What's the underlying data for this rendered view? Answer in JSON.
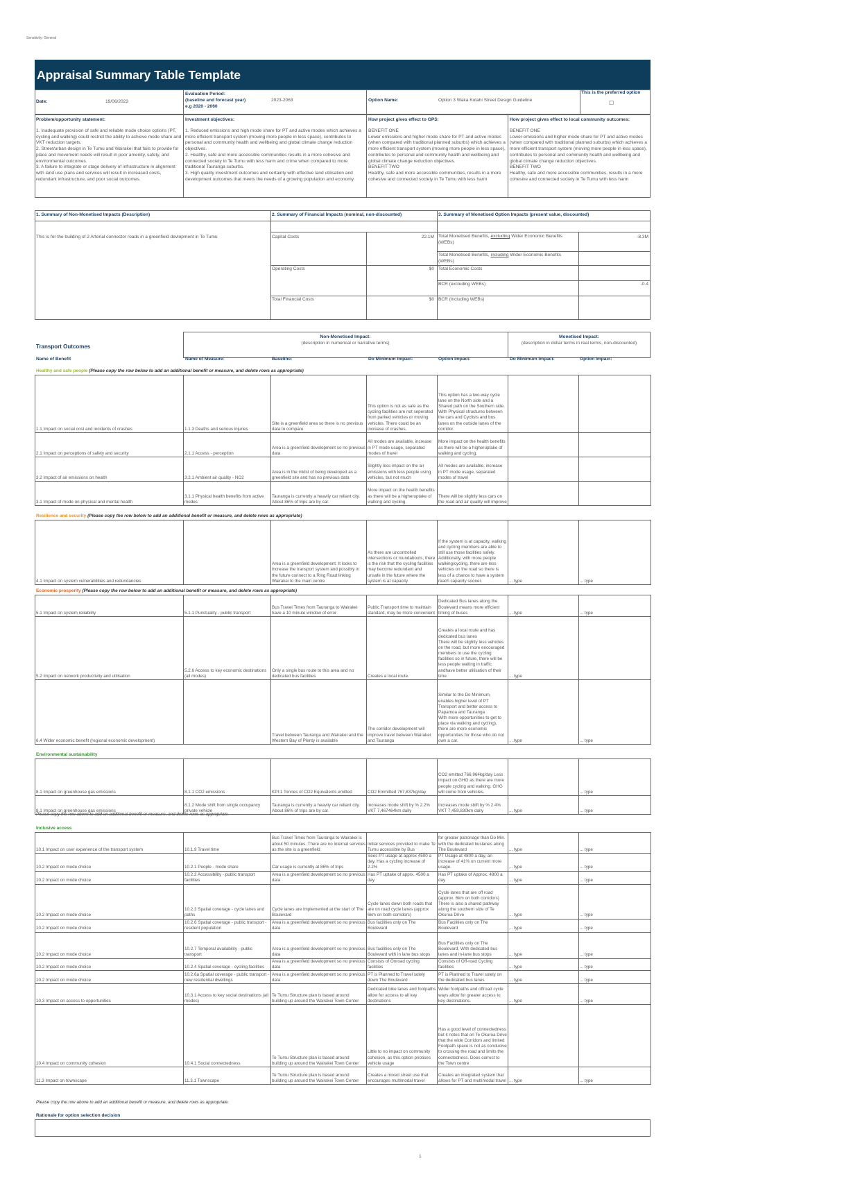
{
  "sensitivity": "Sensitivity: General",
  "title": "Appraisal Summary Table Template",
  "header": {
    "date_label": "Date:",
    "date_value": "19/06/2023",
    "eval_label_1": "Evaluation Period:",
    "eval_label_2": "(baseline and forecast year)",
    "eval_label_3": "e.g 2020 - 2060",
    "eval_value": "2023-2063",
    "option_label": "Option Name:",
    "option_value": "Option 3 Waka Kotahi Street Design Guideline",
    "preferred": "This is the preferred option",
    "preferred_mark": "☐"
  },
  "statements": {
    "problem_title": "Problem/opportunity statement:",
    "problem_text": "1. Inadequate provision of safe and reliable mode choice options (PT, cycling and walking) could restrict the ability to achieve mode share and VKT reduction targets.\n2. Street/urban design in Te Tumu and Wairakei that fails to provide for place and movement needs will result in poor amenity, safety, and environmental outcomes.\n3. A failure to integrate or stage delivery of infrastructure in alignment with land use plans and services will result in increased costs, redundant infrastructure, and poor social outcomes.",
    "objectives_title": "Investment objectives:",
    "objectives_text": "1. Reduced emissions and high mode share for PT and active modes which achieves a more efficient transport system (moving more people in less space), contributes to personal and community health and wellbeing and global climate change reduction objectives.\n2. Healthy, safe and more accessible communities results in a more cohesive and connected society in Te Tumu with less harm and crime when compared to more traditional Tauranga suburbs.\n3. High quality investment outcomes and certainty with effective land utilisation and development outcomes that meets the needs of a growing population and economy.",
    "gps_title": "How project gives effect to GPS:",
    "gps_text": "BENEFIT ONE\nLower emissions and higher mode share for PT and active modes (when compared with traditional planned suburbs) which achieves a more efficient transport system (moving more people in less space), contributes to personal and community health and wellbeing and global climate change reduction objectives.\nBENEFIT TWO\nHealthy, safe and more accessible communities, results in a more cohesive and connected society in Te Tumu with less harm",
    "local_title": "How project gives effect to local community outcomes:",
    "local_text": "BENEFIT ONE\nLower emissions and higher mode share for PT and active modes (when compared with traditional planned suburbs) which achieves a more efficient transport system (moving more people in less space), contributes to personal and community health and wellbeing and global climate change reduction objectives.\nBENEFIT TWO\nHealthy, safe and more accessible communities, results in a more cohesive and connected society in Te Tumu with less harm"
  },
  "summary": {
    "nonmon_title": "1.  Summary of Non-Monetised Impacts (Description)",
    "nonmon_text": "This is for the building of 2 Arterial connector roads in a greenfield devlopment in Te Tumu",
    "fin_title": "2.  Summary of Financial Impacts (nominal, non-discounted)",
    "capital_label": "Capital Costs",
    "capital_value": "22.1M",
    "operating_label": "Operating Costs",
    "operating_value": "$0",
    "total_fin_label": "Total Financial Costs",
    "total_fin_value": "$0",
    "mon_title": "3.  Summary of Monetised Option Impacts (present value, discounted)",
    "mon_excl_1": "Total Monetised Benefits, ",
    "mon_excl_u": "excluding",
    "mon_excl_2": " Wider Economic Benefits (WEBs)",
    "mon_excl_value": "-8.3M",
    "mon_incl_1": "Total Monetised Benefits, ",
    "mon_incl_u": "including",
    "mon_incl_2": " Wider Economic Benefits (WEBs)",
    "total_econ": "Total Economic Costs",
    "bcr_excl": "BCR (excluding WEBs)",
    "bcr_excl_value": "-0.4",
    "bcr_incl": "BCR (including WEBs)"
  },
  "outcomes": {
    "title": "Transport Outcomes",
    "nonmon_header": "Non-Monetised Impact:",
    "nonmon_sub": "(description in numerical or narrative terms)",
    "mon_header": "Monetised Impact:",
    "mon_sub": "(description in dollar terms in real terms, non-discounted)",
    "col_benefit": "Name of Benefit",
    "col_measure": "Name of Measure:",
    "col_baseline": "Baseline:",
    "col_dm": "Do Minimum Impact:",
    "col_option": "Option Impact:",
    "col_mdm": "Do Minimum Impact:",
    "col_mopt": "Option Impact:"
  },
  "sections": {
    "healthy_title": "Healthy and safe people",
    "healthy_note": " (Please copy the row below to add an additional benefit or measure, and delete rows as appropriate)",
    "resilience_title": "Resilience and security",
    "resilience_note": " (Please copy the row below to add an additional benefit or measure, and delete rows as appropriate)",
    "economic_title": "Economic prosperity",
    "economic_note": " (Please copy the row below to add an additional benefit or measure, and delete rows as appropriate)",
    "env_title": "Environmental sustainability",
    "env_after_note": "Please copy the row above to add an additional benefit or measure, and delete rows as appropriate.",
    "inclusive_title": "Inclusive access",
    "inclusive_after_note": "Please copy the row above to add an additional benefit or measure, and delete rows as appropriate."
  },
  "healthy_rows": [
    {
      "b": "1.1 Impact on social cost and incidents of crashes",
      "m": "1.1.3 Deaths and serious injuries",
      "base": "Site is a greenfield area so there is no previous data to compare",
      "dm": "This option is not as safe as the cycling facilities are not seperated from parked vehicles or moving vehicles. There could be an increase of crashes.",
      "opt": "This option has a two-way cycle lane on the North side and a Shared path on the Southern side. With Physical structures between the cars and Cyclists and bus lanes on the outside lanes of the corridor.",
      "mdm": "",
      "mopt": ""
    },
    {
      "b": "2.1 Impact on perceptions of safety and security",
      "m": "2.1.1 Access - perception",
      "base": "Area is a greenfield development so no previous data",
      "dm": "All modes are available, increase in PT mode usage, separated modes of travel",
      "opt": "More impact on the health benefits as there will be a higheruptake of walking and cycling.",
      "mdm": "",
      "mopt": ""
    },
    {
      "b": "3.2 Impact of air emissions on health",
      "m": "3.2.1 Ambient air quality - NO2",
      "base": "Area is in the midst of being developed as a greenfield site and has no previous data",
      "dm": "Slightly less impact on the air emissions with less people using vehicles, but not much",
      "opt": "All modes are available, increase in PT mode usage, separated modes of travel",
      "mdm": "",
      "mopt": ""
    },
    {
      "b": "3.1 Impact of mode on physical and mental health",
      "m": "3.1.1 Physical health benefits from active modes",
      "base": "Tauranga is currently a heavily car reliant city. About 86% of trips are by car.",
      "dm": "More impact on the health benefits as there will be a higheruptake of walking and cycling.",
      "opt": "There will be slightly less cars on the road and air quality will improve",
      "mdm": "",
      "mopt": ""
    }
  ],
  "resilience_rows": [
    {
      "b": "4.1 Impact on system vulnerabilities and redundancies",
      "m": "",
      "base": "Area is a greenfield development. It looks to increase the transport system and possibly in the future connect to a Ring Road linking Wairakei to the main centre",
      "dm": "As there are uncontrolled intersections or roundabouts, there is the risk that the cycling facilities may become redundant and unsafe in the future where the system is at capacity",
      "opt": "If the system is at capacity, walking and cycling members are able to still use those facilities safely. Additionally, with more people walking/cycling, there are less vehicles on the road so there is less of a chance to have a system reach capacity sooner.",
      "mdm": "... type",
      "mopt": "... type"
    }
  ],
  "economic_rows": [
    {
      "b": "5.1 Impact on system reliability",
      "m": "5.1.1 Punctuality - public transport",
      "base": "Bus Travel Times from Tauranga to Wairakei have a 10 minute window of error",
      "dm": "Public Transport time to maintain standard, may be more convenient",
      "opt": "Dedicated Bus lanes along the Boulevard means more efficient timing of buses",
      "mdm": "... type",
      "mopt": "... type"
    },
    {
      "b": "5.2 Impact on network productivity and utilisation",
      "m": "5.2.6 Access to key economic destinations (all modes)",
      "base": "Only a single bus route to this area and no dedicated bus facilities",
      "dm": "Creates a local route.",
      "opt": "Creates a local route and has dedicated bus lanes\nThere will be slightly less vehicles on the road, but more encouraged members to use the cycling facilities so in future, there will be less people waiting in traffic andhave better utilisation of their time.",
      "mdm": "... type",
      "mopt": ""
    },
    {
      "b": "6.4 Wider economic benefit (regional economic development)",
      "m": "",
      "base": "Travel between Tauranga and Wairakei and the Western Bay of Plenty is available",
      "dm": "The corridor development will improve travel between Wairakei and Tauranga",
      "opt": "Similar to the Do Minimum, enables higher level of PT Transport and better access to Papamoa and Tauranga\nWith more opportunities to get to place via walking and cycling), there are more economic opportunities for those who do not own a car.",
      "mdm": "... type",
      "mopt": "... type"
    }
  ],
  "env_rows": [
    {
      "b": "8.1 Impact on greenhouse gas emissions",
      "m": "8.1.1 CO2 emissions",
      "base": "KPI:1 Tonnes of CO2 Equivalents emitted",
      "dm": "CO2 Emmitted 767,837kg/day",
      "opt": "CO2 emitted 766,964kg/day Less impact on GHG as there are more people cycling and walking. GHG will come from vehicles.",
      "mdm": "",
      "mopt": "... type"
    },
    {
      "b": "8.1 Impact on greenhouse gas emissions",
      "m": "8.1.2 Mode shift from single occupancy private vehicle",
      "base": "Tauranga is currently a heavily car reliant city. About 86% of trips are by car.",
      "dm": "Increases mode shift by % 2.2% VKT 7,467464km daily",
      "opt": "Increases mode shift by % 2.4% VKT 7,459,830km daily",
      "mdm": "... type",
      "mopt": "... type"
    }
  ],
  "inclusive_rows": [
    {
      "b": "10.1 Impact on user experience of the transport system",
      "m": "10.1.9 Travel time",
      "base": "Bus Travel Times from Tauranga to Wairakei is about 50 minutes. There are no internal services as the site is a greenfield",
      "dm": "Initial services provided to make Te Tumu accessible by Bus",
      "opt": "for greater patronage than Do Min. with the dedicated buslanes along The Boulevard",
      "mdm": "... type",
      "mopt": "... type"
    },
    {
      "b": "10.2 Impact on mode choice",
      "m": "10.2.1 People - mode share",
      "base": "Car usage is currently at 86% of trips",
      "dm": "Sees PT usage at approx 4500 a day. Has a cycling increase of 2.2%",
      "opt": "PT Usage at 4800 a day, an increase of 41% on current more usage.",
      "mdm": "... type",
      "mopt": "... type"
    },
    {
      "b": "10.2 Impact on mode choice",
      "m": "10.2.2 Accessibility - public transport facilities",
      "base": "Area is a greenfield development so no previous data",
      "dm": "Has PT uptake of apprx. 4500 a day",
      "opt": "Has PT uptake of Approx. 4800 a day",
      "mdm": "... type",
      "mopt": "... type"
    },
    {
      "b": "10.2 Impact on mode choice",
      "m": "10.2.3 Spatial coverage - cycle lanes and paths",
      "base": "Cycle lanes are implemented at the start of The Boulevard",
      "dm": "Cycle lanes down both roads that are on road cycle lanes (approx 6km on both corridors)",
      "opt": "Cycle lanes that are off road (approx. 6km on both corridors) There is also a shared pathway along the southern side of Te Okuroa Drive",
      "mdm": "... type",
      "mopt": "... type"
    },
    {
      "b": "10.2 Impact on mode choice",
      "m": "10.2.6 Spatial coverage - public transport - resident population",
      "base": "Area is a greenfield development so no previous data",
      "dm": "Bus facilities only on The Boulevard",
      "opt": "Bus Facilities only on The Boulevard",
      "mdm": "... type",
      "mopt": "... type"
    },
    {
      "b": "10.2 Impact on mode choice",
      "m": "10.2.7 Temporal availability - public transport",
      "base": "Area is a greenfield development so no previous data",
      "dm": "Bus facilities only on The Boulevard with in lane bus stops",
      "opt": "Bus Facilities only on The Boulevard. With dedicated bus lanes and in-lane bus stops",
      "mdm": "... type",
      "mopt": "... type"
    },
    {
      "b": "10.2 Impact on mode choice",
      "m": "10.2.4 Spatial coverage - cycling facilities",
      "base": "Area is a greenfield development so no previous data",
      "dm": "Consists of Onroad cycling facilities",
      "opt": "Consists of Off-road Cycling facilities",
      "mdm": "... type",
      "mopt": "... type"
    },
    {
      "b": "10.2 Impact on mode choice",
      "m": "10.2.6a Spatial coverage - public transport - new residential dwellings",
      "base": "Area is a greenfield development so no previous data",
      "dm": "PT is Planned to Travel solely down The Boulevard",
      "opt": "PT is Planned to Travel solely on the dedicated bus lanes",
      "mdm": "... type",
      "mopt": "... type"
    },
    {
      "b": "10.3 Impact on access to opportunities",
      "m": "10.3.1 Access to key social destinations (all modes)",
      "base": "Te Tumu Structure plan is based around building up around the Wairakei Town Center",
      "dm": "Dedicated bike lanes and footpaths allow for access to all key destinations",
      "opt": "Wider footpaths and offroad cycle ways allow for greater access to key destinations.",
      "mdm": "... type",
      "mopt": "... type"
    },
    {
      "b": "10.4 Impact on community cohesion",
      "m": "10.4.1 Social connectedness",
      "base": "Te Tumu Structure plan is based around building up around the Wairakei Town Center",
      "dm": "Little to no impact on community cohesion, as this option priotises vehicle usage",
      "opt": "Has a good level of connectedness but it notes that on Te Okuroa Drive that the wide Corridors and limited Footpath space is not as conducive to crossing the road and limits the connectedness. Does correct to the Town centre",
      "mdm": "",
      "mopt": ""
    },
    {
      "b": "11.3 Impact on townscape",
      "m": "11.3.1 Townscape",
      "base": "Te Tumu Structure plan is based around building up around the Wairakei Town Center",
      "dm": "Creates a mixed street use that encourages multimodal travel",
      "opt": "Creates an integrated system that allows for PT and multimodal travel",
      "mdm": "... type",
      "mopt": "... type"
    }
  ],
  "rationale_title": "Rationale for option selection decision",
  "page_number": "1"
}
